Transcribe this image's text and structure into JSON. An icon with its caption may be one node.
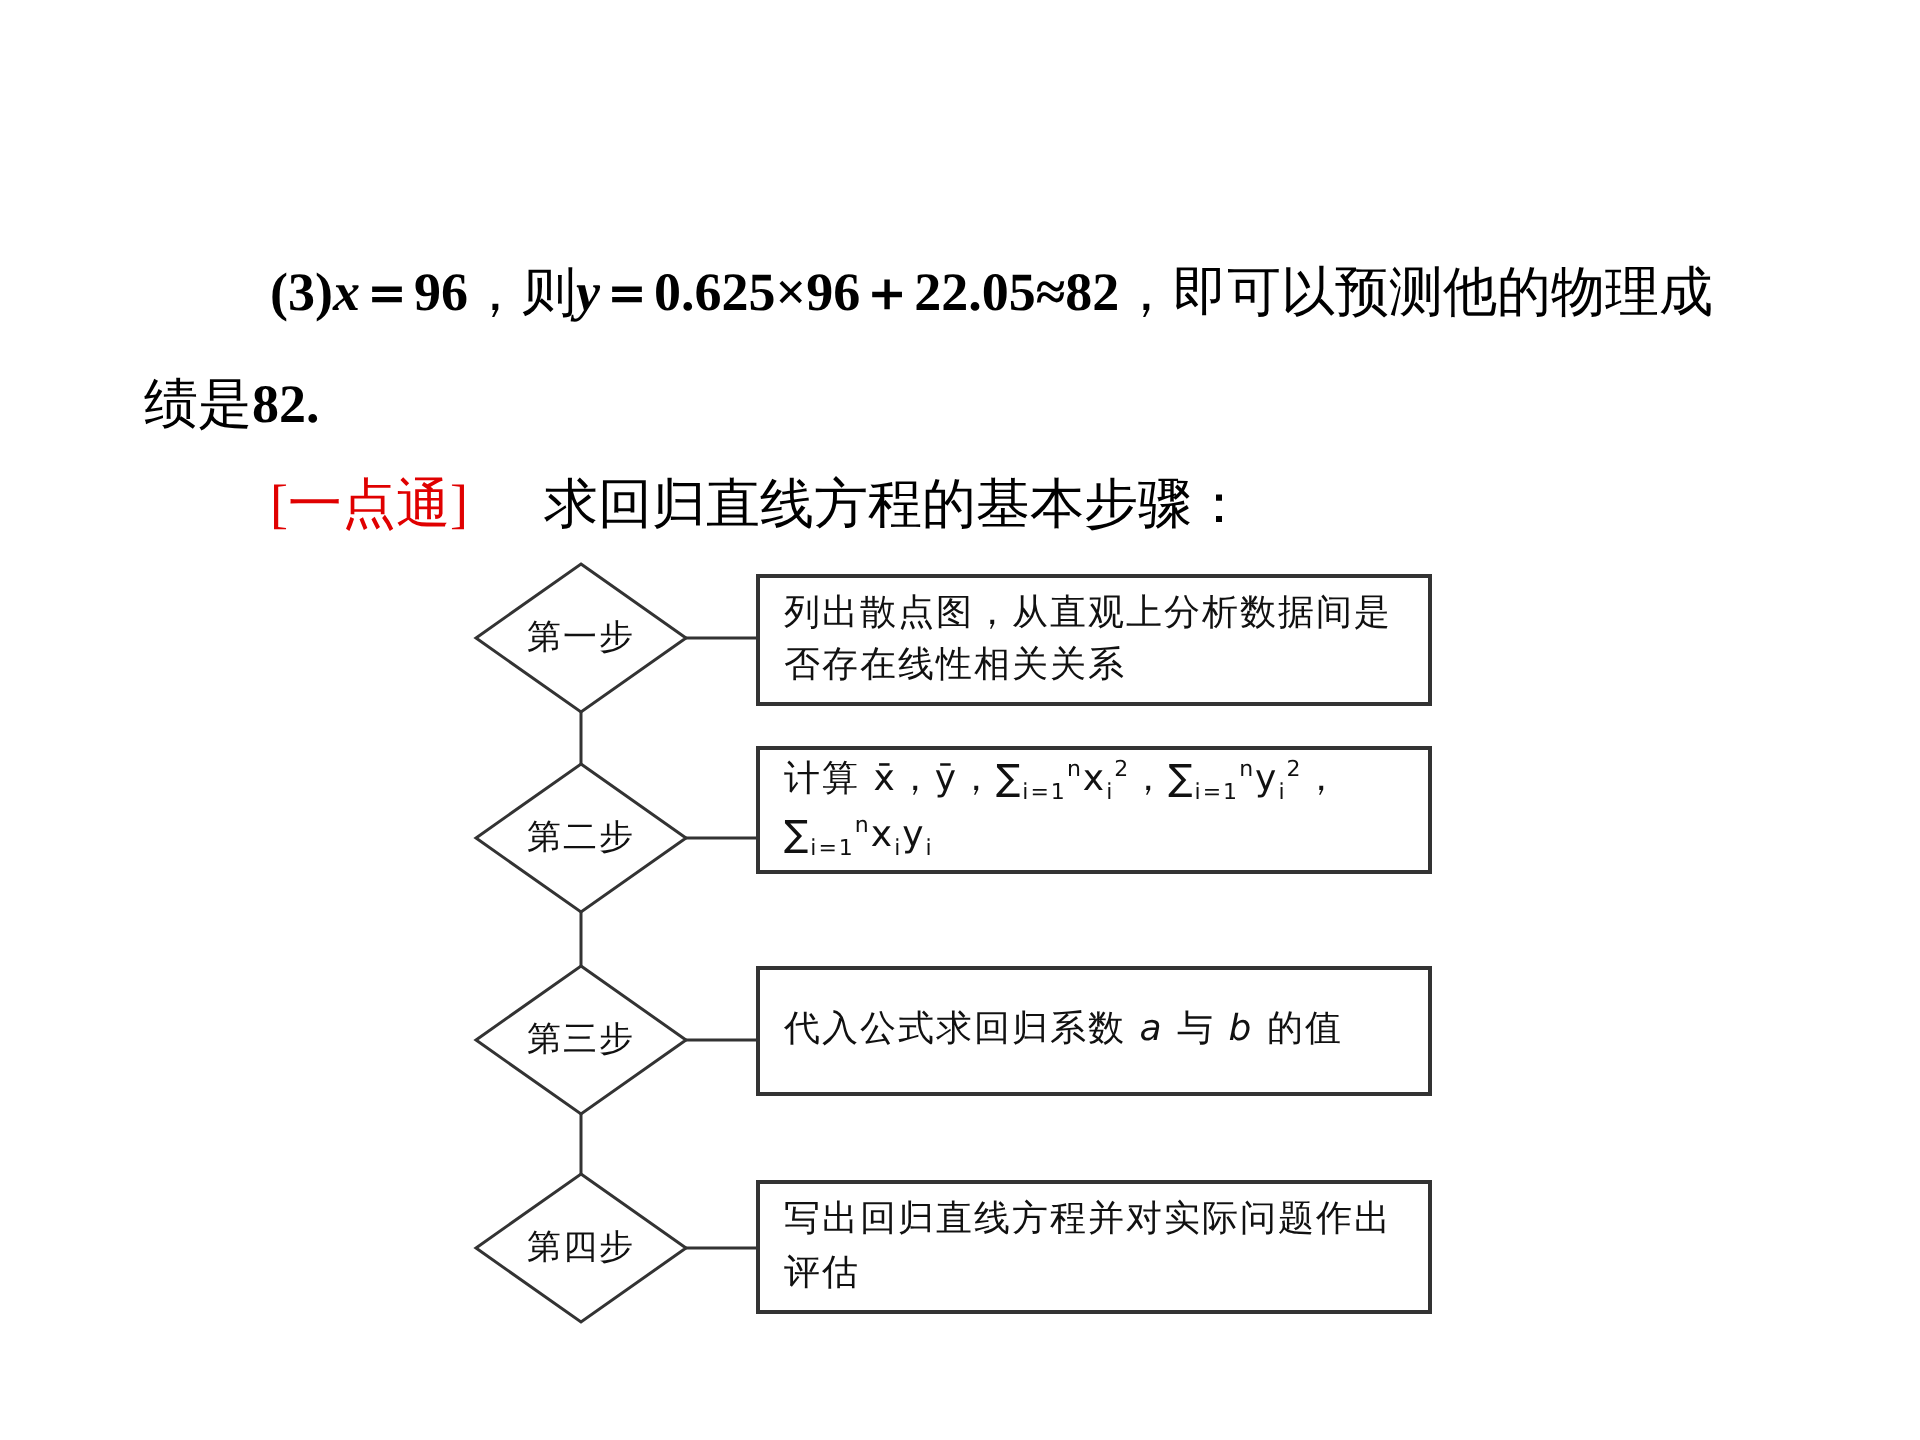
{
  "diagram": {
    "nodes": [
      {
        "text": [
          "第一步"
        ]
      },
      {
        "text": [
          "列出散点图，从直观上分析数据间是否存在线性相关关系"
        ]
      },
      {
        "text": [
          "第二步"
        ]
      },
      {
        "text": [
          "计算 x̄，ȳ，∑$_{i=1}$$^{n}$x$_{i}$$^{2}$，∑$_{i=1}$$^{n}$y$_{i}$$^{2}$，∑$_{i=1}$$^{n}$x$_{i}$y$_{i}$"
        ]
      },
      {
        "text": [
          "第三步"
        ]
      },
      {
        "text": [
          "代入公式求回归系数 *a* 与 *b* 的值"
        ]
      },
      {
        "text": [
          "第四步"
        ]
      },
      {
        "text": [
          "写出回归直线方程并对实际问题作出评估"
        ]
      }
    ],
    "edges": [
      {
        "from": 0,
        "to": 1,
        "arrow": "none"
      },
      {
        "from": 0,
        "to": 2,
        "arrow": "none"
      },
      {
        "from": 2,
        "to": 3,
        "arrow": "none"
      },
      {
        "from": 2,
        "to": 4,
        "arrow": "none"
      },
      {
        "from": 4,
        "to": 5,
        "arrow": "none"
      },
      {
        "from": 4,
        "to": 6,
        "arrow": "none"
      },
      {
        "from": 6,
        "to": 7,
        "arrow": "none"
      }
    ],
    "labels": [
      "**(3)*x*＝96**，则***y*＝0.625×96＋22.05≈82**，即可以预测他的物理成绩是**82.**",
      "[一点通]",
      "求回归直线方程的基本步骤："
    ]
  }
}
